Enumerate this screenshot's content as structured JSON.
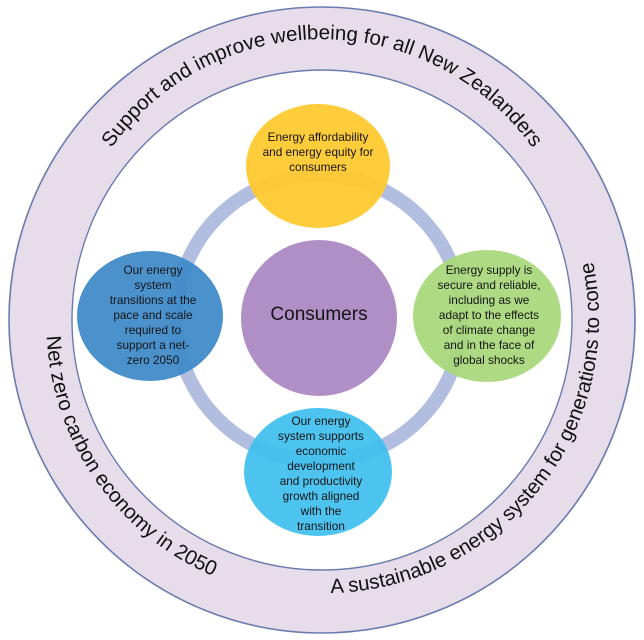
{
  "outer_ring": {
    "top_text": "Support and improve wellbeing for all New Zealanders",
    "left_text": "Net zero carbon economy in 2050",
    "right_text": "A sustainable energy system for generations to come"
  },
  "center": {
    "label": "Consumers"
  },
  "nodes": {
    "top": {
      "label": "Energy affordability and energy equity for consumers"
    },
    "right": {
      "label": "Energy supply is secure and reliable, including as we adapt to the effects of climate change and in the face of global shocks"
    },
    "bottom": {
      "label": "Our energy system supports economic development and productivity growth aligned with the transition"
    },
    "left": {
      "label": "Our energy system transitions at the pace and scale required to support a net-zero 2050"
    }
  },
  "colors": {
    "outer_ring": "#e6dcea",
    "ring_stroke": "#6a7bb0",
    "connector_ring": "#aab7dd",
    "center": "#b08ec6",
    "top": "#ffc82c",
    "right": "#a8d77a",
    "bottom": "#3fc0ee",
    "left": "#3d8ac9"
  }
}
